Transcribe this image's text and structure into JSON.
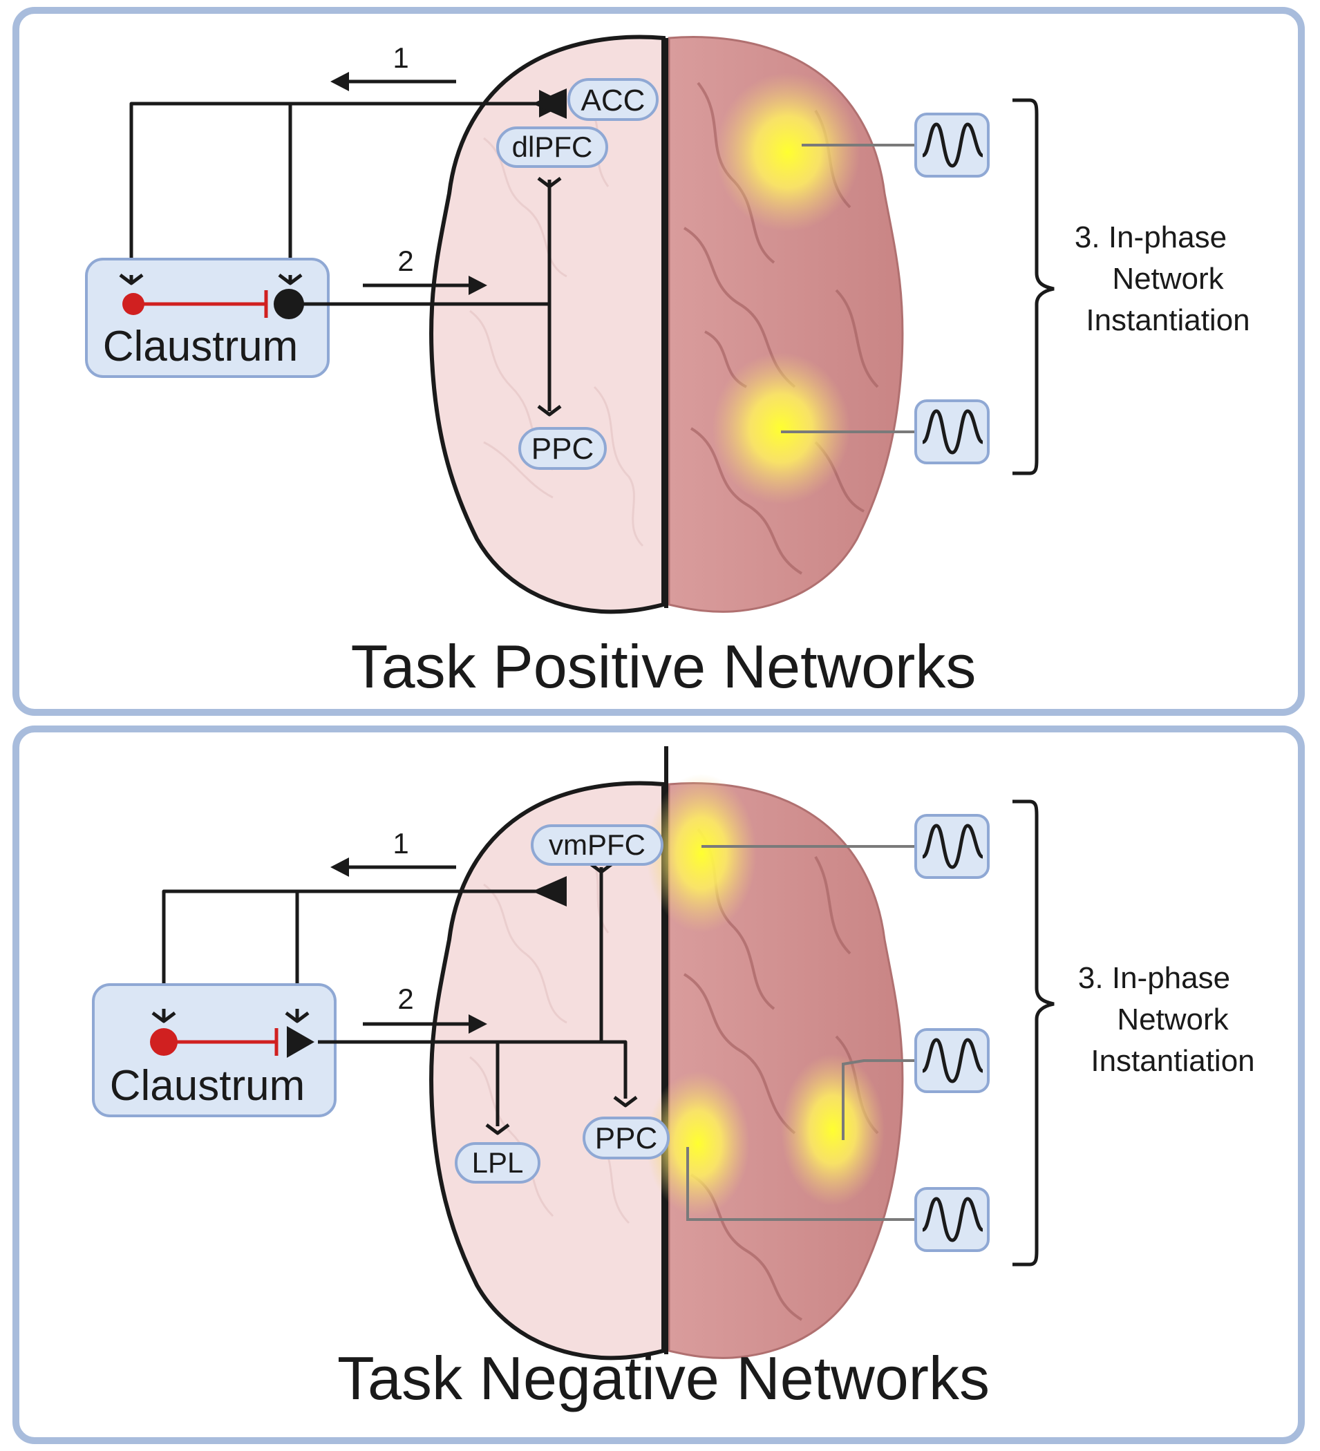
{
  "panels": [
    {
      "title": "Task Positive Networks",
      "claustrum_label": "Claustrum",
      "regions": [
        "ACC",
        "dlPFC",
        "PPC"
      ],
      "pathway_labels": [
        "1",
        "2"
      ],
      "bracket_label": [
        "3. In-phase",
        "Network",
        "Instantiation"
      ]
    },
    {
      "title": "Task Negative Networks",
      "claustrum_label": "Claustrum",
      "regions": [
        "vmPFC",
        "LPL",
        "PPC"
      ],
      "pathway_labels": [
        "1",
        "2"
      ],
      "bracket_label": [
        "3. In-phase",
        "Network",
        "Instantiation"
      ]
    }
  ],
  "colors": {
    "panel_border": "#a8bcdc",
    "pill_fill": "#dbe6f5",
    "pill_border": "#8fa8d4",
    "brain_left": "#f5dede",
    "brain_right": "#cf9090",
    "inhibitory": "#d02020",
    "activation": "#ffff40"
  },
  "icons": [
    "sine-wave-icon",
    "sine-wave-icon"
  ]
}
